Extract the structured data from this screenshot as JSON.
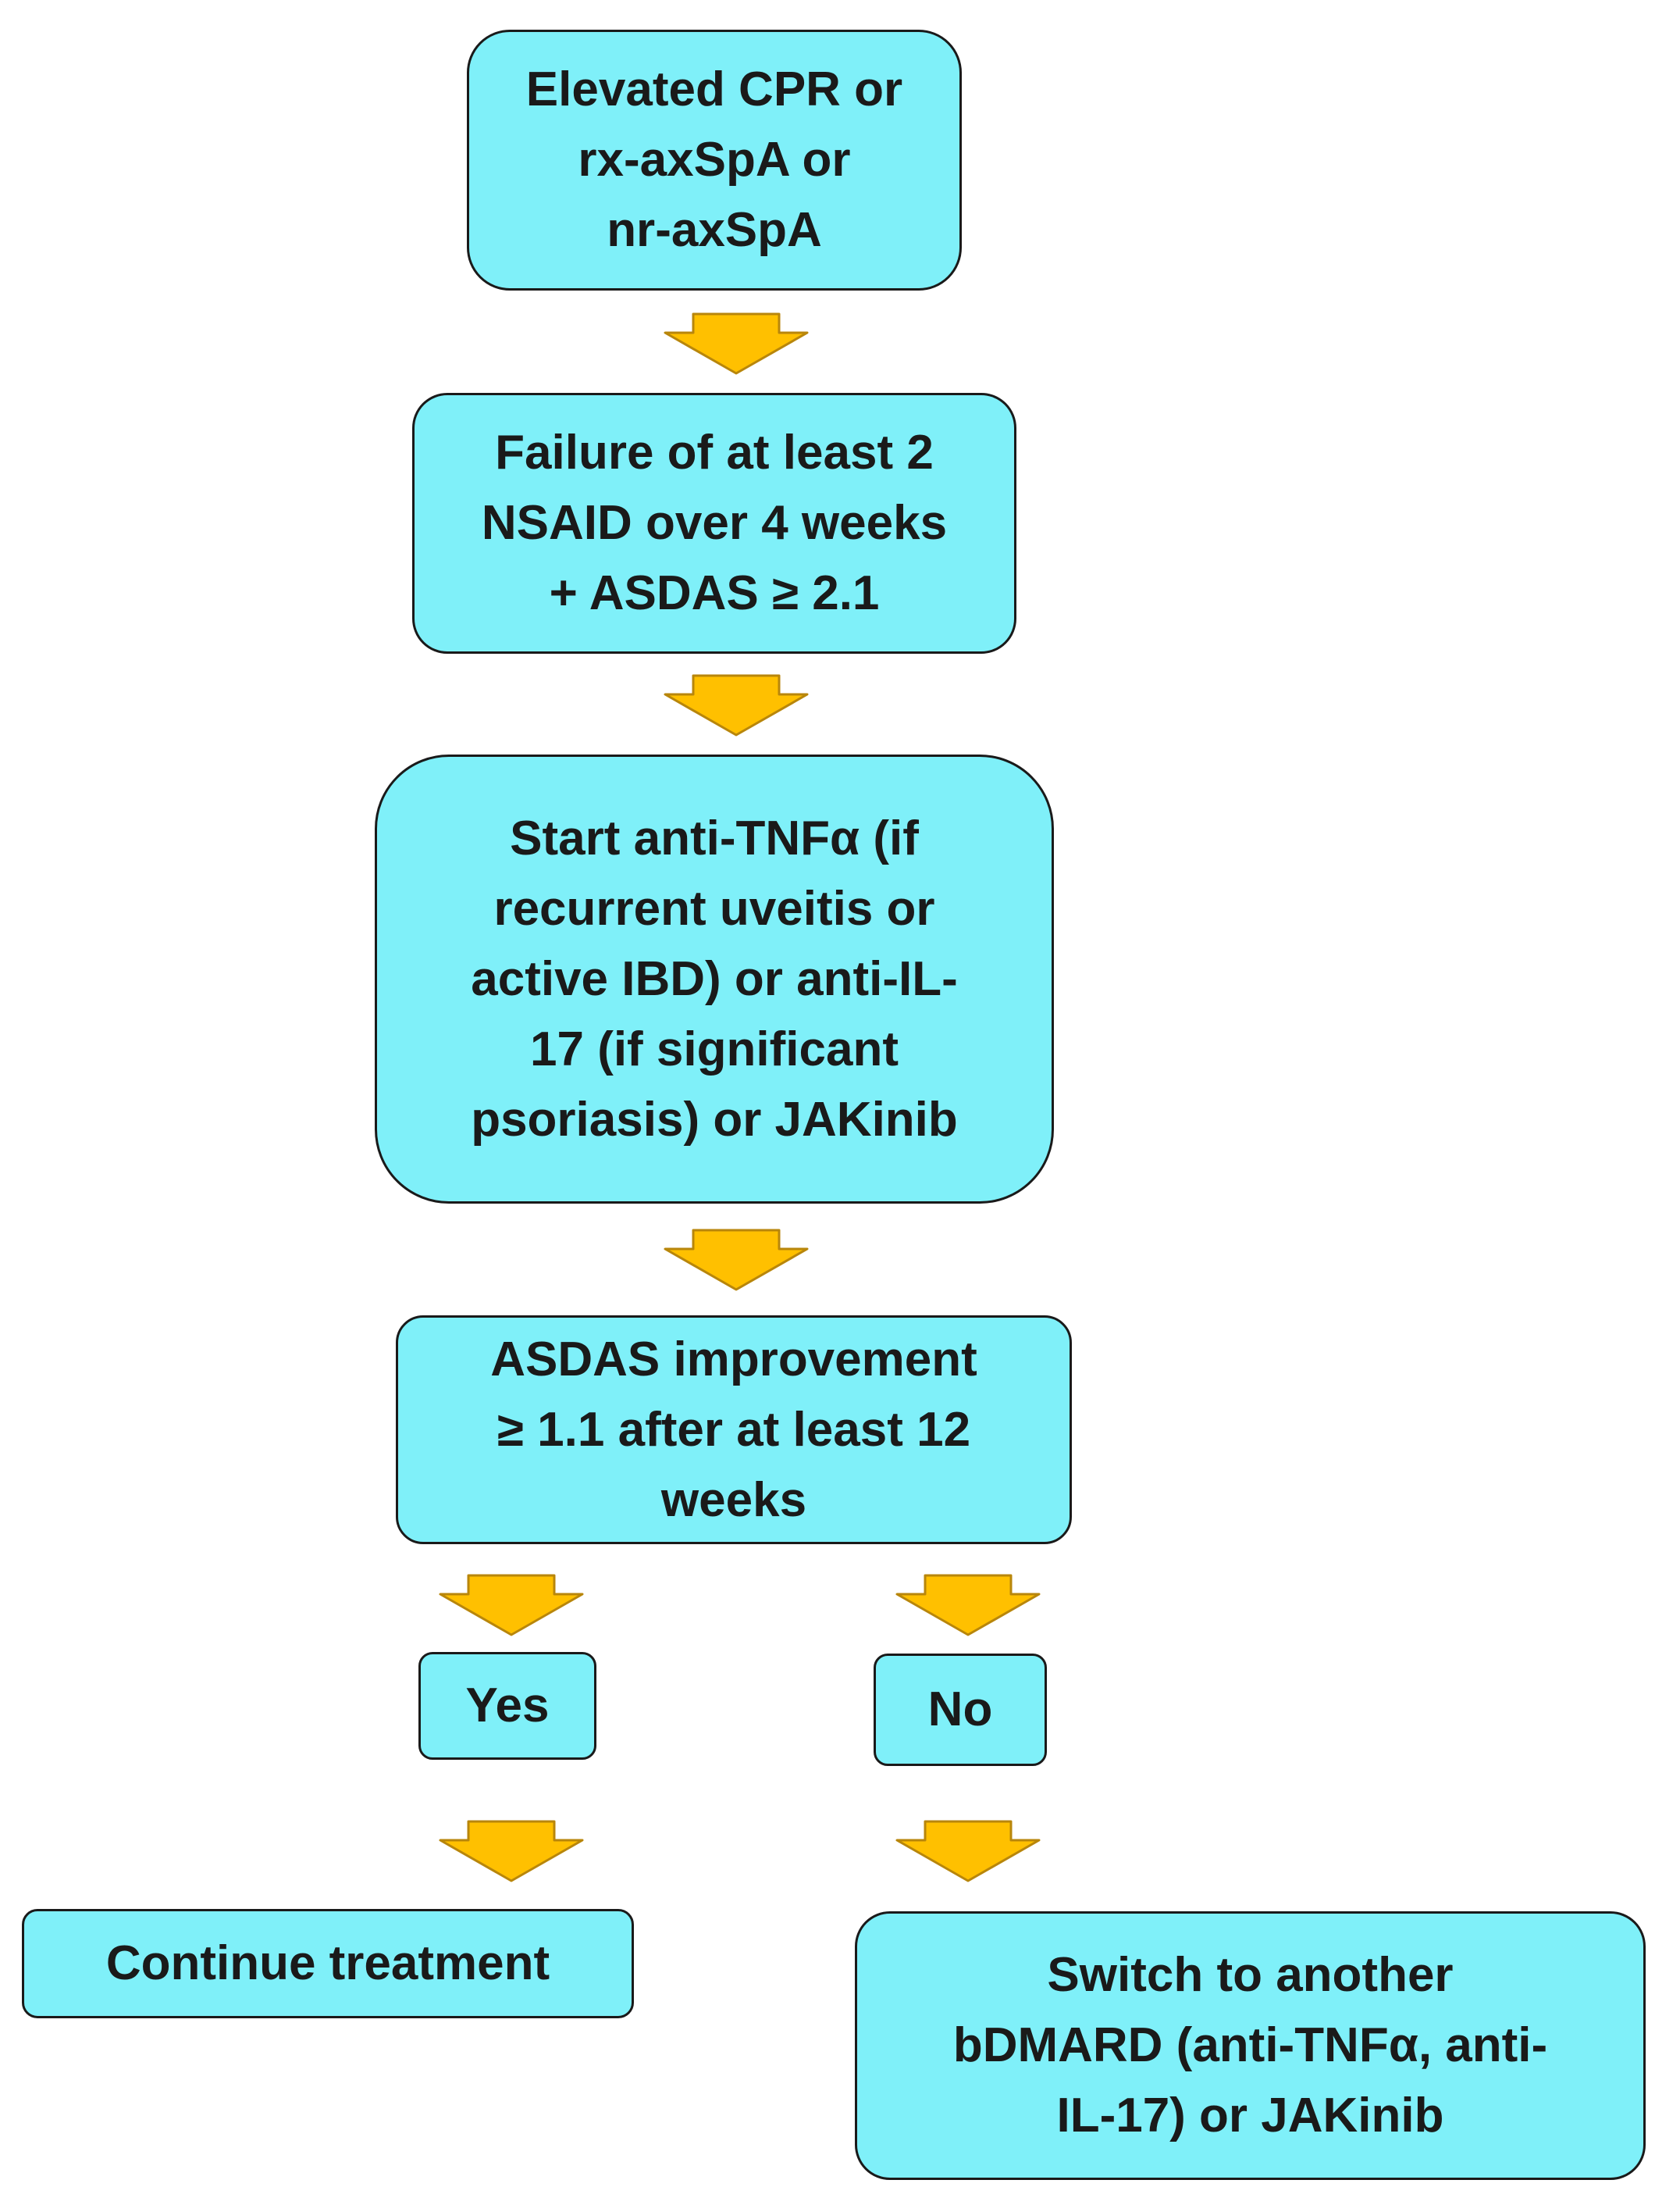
{
  "flowchart": {
    "nodes": {
      "eligibility": "Elevated CPR or\nrx-axSpA or\nnr-axSpA",
      "nsaid_failure": "Failure of at least 2\nNSAID over 4 weeks\n+  ASDAS ≥ 2.1",
      "start_therapy": "Start anti-TNFα (if\nrecurrent uveitis or\nactive IBD) or anti-IL-\n17 (if significant\npsoriasis)  or JAKinib",
      "assessment": "ASDAS improvement\n≥ 1.1 after at least 12\nweeks",
      "yes": "Yes",
      "no": "No",
      "continue": "Continue treatment",
      "switch": "Switch to another\nbDMARD (anti-TNFα, anti-\nIL-17) or JAKinib"
    },
    "colors": {
      "box_fill": "#7ff0f9",
      "box_border": "#1a1a1a",
      "arrow_fill": "#ffc000",
      "arrow_border": "#b8860b"
    }
  }
}
